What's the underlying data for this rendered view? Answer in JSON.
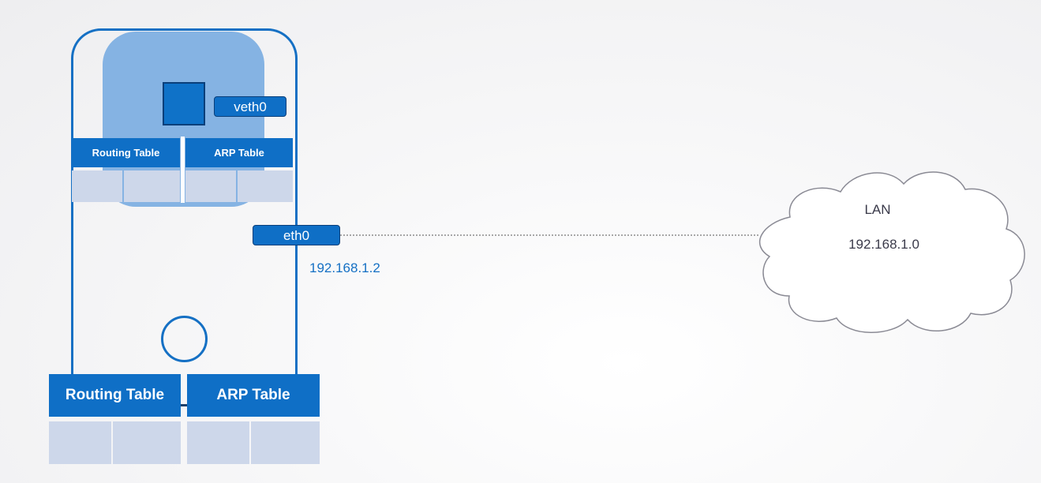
{
  "namespace": {
    "interface": "veth0",
    "routing_table": "Routing Table",
    "arp_table": "ARP Table"
  },
  "host": {
    "interface": "eth0",
    "ip": "192.168.1.2",
    "routing_table": "Routing Table",
    "arp_table": "ARP Table"
  },
  "lan": {
    "label": "LAN",
    "network": "192.168.1.0"
  },
  "colors": {
    "primary": "#0f6fc6",
    "host_border": "#1570c4",
    "namespace_fill": "#85b3e3",
    "table_cell": "#cdd7ea",
    "cloud_stroke": "#8a8a94"
  }
}
